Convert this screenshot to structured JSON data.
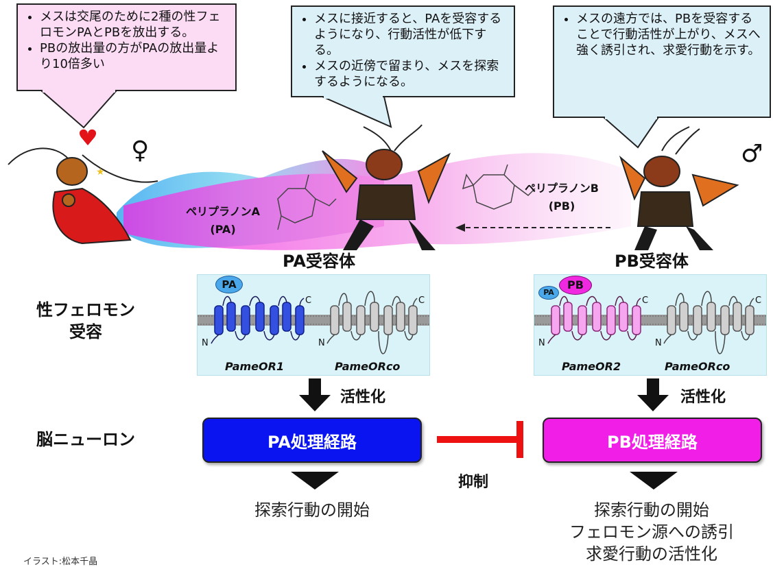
{
  "bubbles": {
    "female": [
      "メスは交尾のために2種の性フェロモンPAとPBを放出する。",
      "PBの放出量の方がPAの放出量より10倍多い"
    ],
    "near": [
      "メスに接近すると、PAを受容するようになり、行動活性が低下する。",
      "メスの近傍で留まり、メスを探索するようになる。"
    ],
    "far": [
      "メスの遠方では、PBを受容することで行動活性が上がり、メスへ強く誘引され、求愛行動を示す。"
    ]
  },
  "symbols": {
    "female": "♀",
    "male": "♂"
  },
  "pheromones": {
    "a_name": "ペリプラノンA",
    "a_abbr": "(PA)",
    "b_name": "ペリプラノンB",
    "b_abbr": "(PB)"
  },
  "receptors": {
    "pa_title": "PA受容体",
    "pb_title": "PB受容体",
    "pa_badge": "PA",
    "pb_badge": "PB",
    "pb_small_badge": "PA",
    "or1": "PameOR1",
    "orco": "PameORco",
    "or2": "PameOR2",
    "n": "N",
    "c": "C"
  },
  "row_labels": {
    "reception": "性フェロモン\n受容",
    "neuron": "脳ニューロン"
  },
  "activation": "活性化",
  "boxes": {
    "pa": "PA処理経路",
    "pb": "PB処理経路"
  },
  "inhibition": "抑制",
  "outcomes": {
    "pa": "探索行動の開始",
    "pb": [
      "探索行動の開始",
      "フェロモン源への誘引",
      "求愛行動の活性化"
    ]
  },
  "credit": "イラスト:松本千晶",
  "colors": {
    "pa_blue": "#0a14f0",
    "pb_magenta": "#f01ee6",
    "inhibit_red": "#ee1111",
    "bubble_pink": "#fcdcf4",
    "bubble_blue": "#dcf0f8",
    "receptor_bg": "#d9f3f8"
  }
}
